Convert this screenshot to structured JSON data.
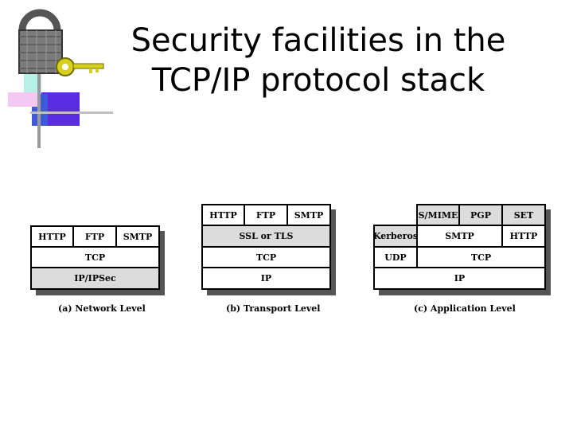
{
  "title": {
    "line1": "Security facilities in the",
    "line2": "TCP/IP protocol stack"
  },
  "logo": {
    "icon": "padlock-key-icon"
  },
  "diagrams": {
    "a": {
      "row1": [
        "HTTP",
        "FTP",
        "SMTP"
      ],
      "row2": "TCP",
      "row3": "IP/IPSec",
      "caption": "(a) Network Level"
    },
    "b": {
      "row1": [
        "HTTP",
        "FTP",
        "SMTP"
      ],
      "row2": "SSL or TLS",
      "row3": "TCP",
      "row4": "IP",
      "caption": "(b) Transport Level"
    },
    "c": {
      "row1": [
        "S/MIME",
        "PGP",
        "SET"
      ],
      "row2": [
        "Kerberos",
        "SMTP",
        "HTTP"
      ],
      "row3": [
        "UDP",
        "TCP"
      ],
      "row4": "IP",
      "caption": "(c) Application Level"
    }
  },
  "colors": {
    "layer_highlight": "#dcdcdc",
    "logo_purple": "#6a2fd6",
    "logo_cyan": "#7fd9d9",
    "logo_key": "#c9c21c"
  }
}
